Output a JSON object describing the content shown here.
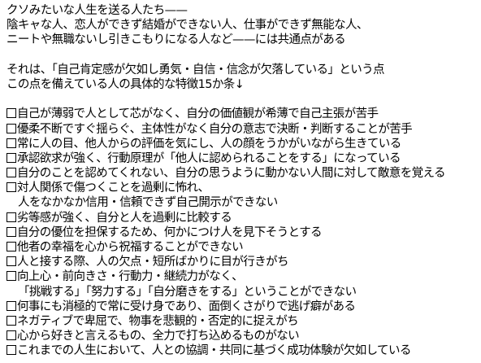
{
  "intro": [
    "クソみたいな人生を送る人たち——",
    "陰キャな人、恋人ができず結婚ができない人、仕事ができず無能な人、",
    "ニートや無職ないし引きこもりになる人など——には共通点がある"
  ],
  "thesis": [
    "それは、「自己肯定感が欠如し勇気・自信・信念が欠落している」という点",
    "この点を備えている人の具体的な特徴15か条↓"
  ],
  "items": [
    {
      "text": "自己が薄弱で人として芯がなく、自分の価値観が希薄で自己主張が苦手"
    },
    {
      "text": "優柔不断ですぐ揺らぐ、主体性がなく自分の意志で決断・判断することが苦手"
    },
    {
      "text": "常に人の目、他人からの評価を気にし、人の顔をうかがいながら生きている"
    },
    {
      "text": "承認欲求が強く、行動原理が「他人に認められることをする」になっている"
    },
    {
      "text": "自分のことを認めてくれない、自分の思うように動かない人間に対して敵意を覚える"
    },
    {
      "text": "対人関係で傷つくことを過剰に怖れ、",
      "cont": "人をなかなか信用・信頼できず自己開示ができない"
    },
    {
      "text": "劣等感が強く、自分と人を過剰に比較する"
    },
    {
      "text": "自分の優位を担保するため、何かにつけ人を見下そうとする"
    },
    {
      "text": "他者の幸福を心から祝福することができない"
    },
    {
      "text": "人と接する際、人の欠点・短所ばかりに目が行きがち"
    },
    {
      "text": "向上心・前向きさ・行動力・継続力がなく、",
      "cont": "「挑戦する」「努力する」「自分磨きをする」ということができない"
    },
    {
      "text": "何事にも消極的で常に受け身であり、面倒くさがりで逃げ癖がある"
    },
    {
      "text": "ネガティブで卑屈で、物事を悲観的・否定的に捉えがち"
    },
    {
      "text": "心から好きと言えるもの、全力で打ち込めるものがない"
    },
    {
      "text": "これまでの人生において、人との協調・共同に基づく成功体験が欠如している"
    }
  ]
}
